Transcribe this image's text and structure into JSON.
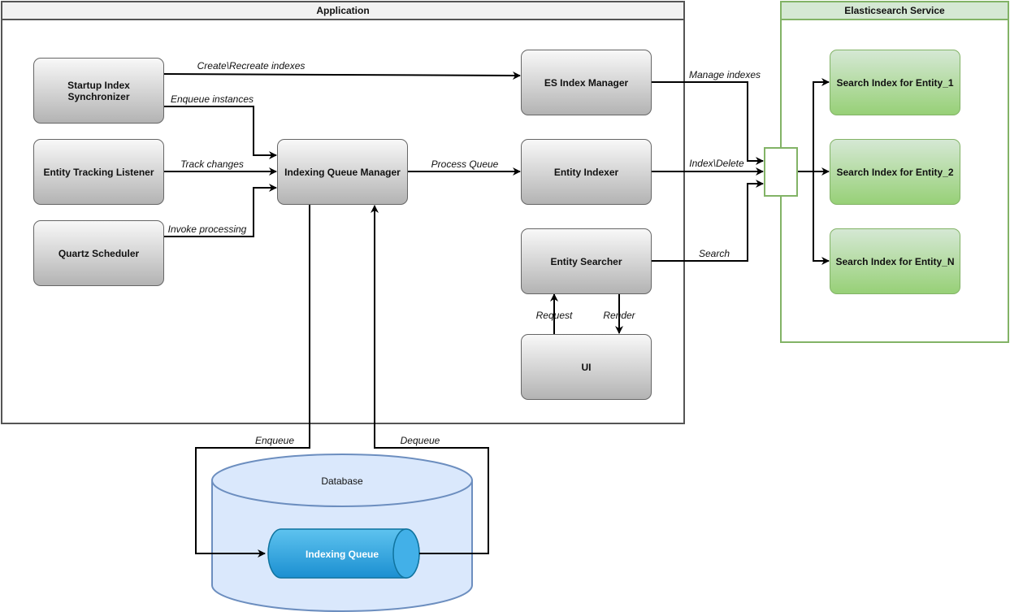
{
  "containers": {
    "application": "Application",
    "elasticsearch": "Elasticsearch Service"
  },
  "nodes": {
    "startup_sync": "Startup Index Synchronizer",
    "tracking_listener": "Entity Tracking Listener",
    "quartz": "Quartz Scheduler",
    "queue_manager": "Indexing Queue Manager",
    "es_index_manager": "ES Index Manager",
    "entity_indexer": "Entity Indexer",
    "entity_searcher": "Entity Searcher",
    "ui": "UI",
    "search_index_1": "Search Index for Entity_1",
    "search_index_2": "Search Index for Entity_2",
    "search_index_n": "Search Index for Entity_N"
  },
  "database": {
    "label": "Database",
    "queue_label": "Indexing Queue"
  },
  "edges": {
    "create_recreate": "Create\\Recreate indexes",
    "enqueue_instances": "Enqueue instances",
    "track_changes": "Track changes",
    "invoke_processing": "Invoke processing",
    "process_queue": "Process Queue",
    "manage_indexes": "Manage indexes",
    "index_delete": "Index\\Delete",
    "search": "Search",
    "request": "Request",
    "render": "Render",
    "enqueue": "Enqueue",
    "dequeue": "Dequeue"
  },
  "colors": {
    "app_border": "#555555",
    "app_header": "#f2f2f2",
    "es_border": "#82b366",
    "es_header": "#d5e8d4",
    "node_gradient": [
      "#f8f8f8",
      "#b3b3b3"
    ],
    "green_gradient": [
      "#d5e8d4",
      "#97d077"
    ],
    "database_fill": "#dae8fc",
    "database_stroke": "#6c8ebf",
    "queue_fill": "#1ba1e2"
  }
}
